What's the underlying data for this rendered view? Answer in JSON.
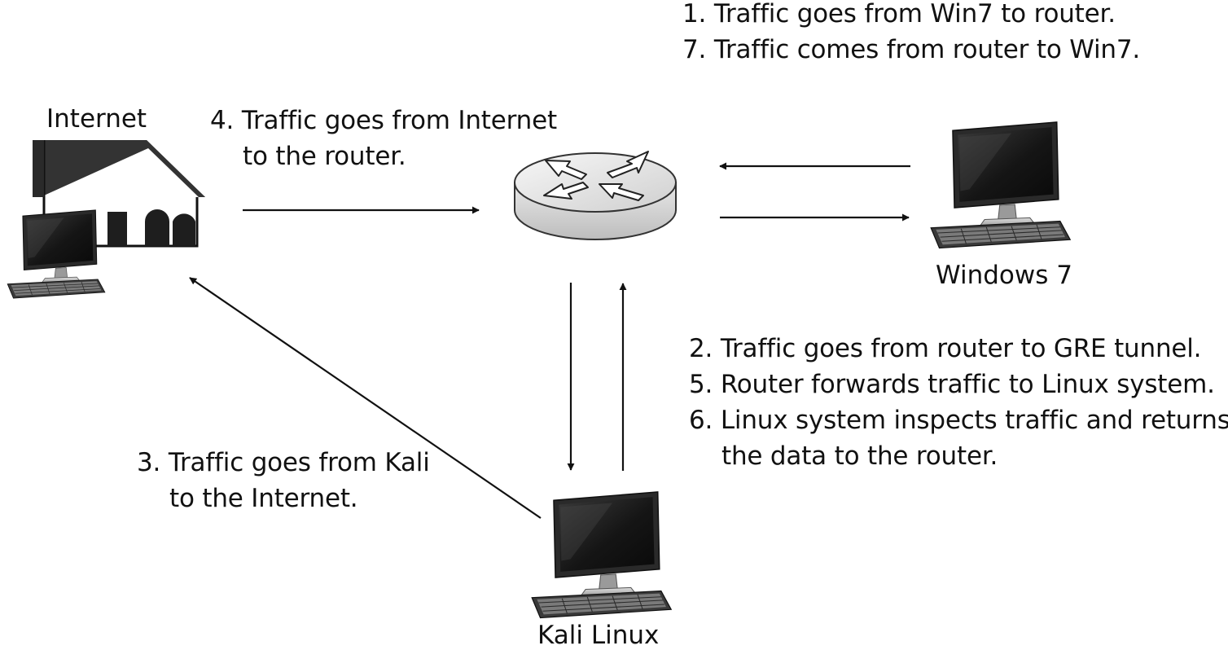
{
  "nodes": {
    "internet": {
      "label": "Internet"
    },
    "windows7": {
      "label": "Windows 7"
    },
    "kali": {
      "label": "Kali Linux"
    }
  },
  "notes": {
    "top_right": [
      "1. Traffic goes from Win7 to router.",
      "7. Traffic comes from router to Win7."
    ],
    "internet_to_router": {
      "line1": "4. Traffic goes from Internet",
      "line2": "to the router."
    },
    "router_kali": [
      "2. Traffic goes from router to GRE tunnel.",
      "5. Router forwards traffic to Linux system.",
      "6. Linux system inspects traffic and returns"
    ],
    "router_kali_cont": "the data to the router.",
    "kali_to_internet": {
      "line1": "3. Traffic goes from Kali",
      "line2": "to the Internet."
    }
  },
  "colors": {
    "ink": "#111111",
    "router_face": "#f2f2f2",
    "screen": "#1a1a1a"
  }
}
